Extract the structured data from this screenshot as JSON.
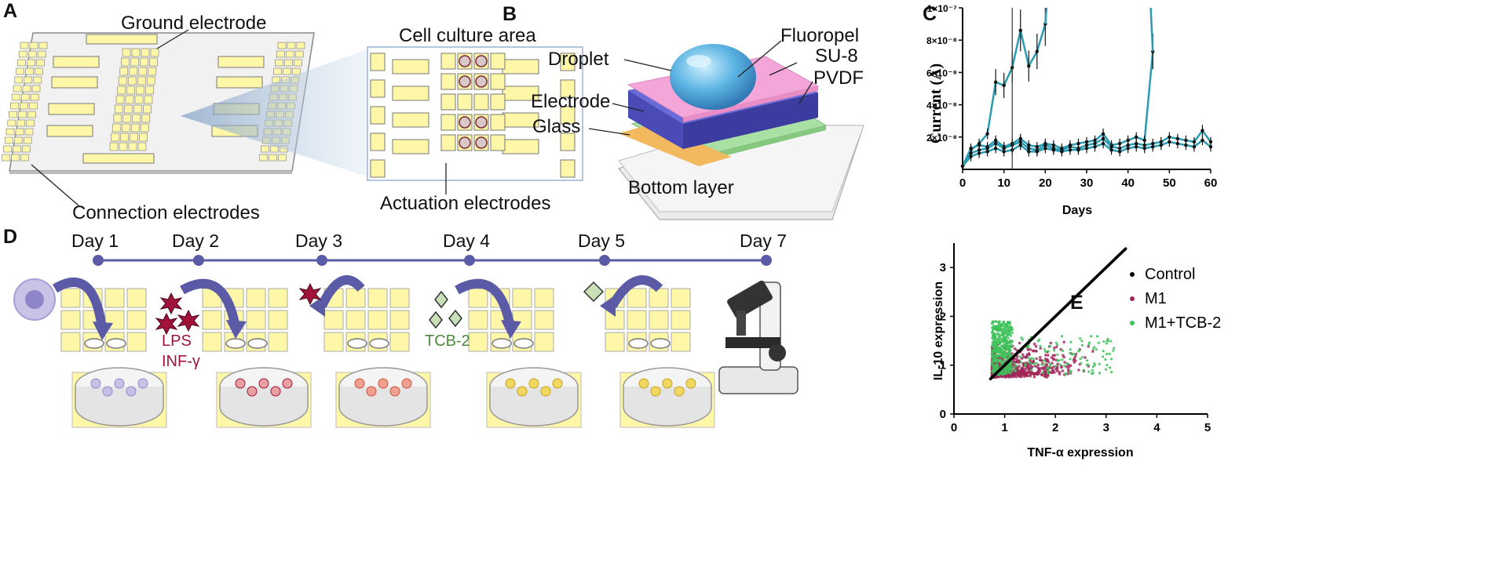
{
  "panels": {
    "a": "A",
    "b": "B",
    "c": "C",
    "d": "D",
    "e": "E"
  },
  "panel_a": {
    "ground": "Ground electrode",
    "cell_culture": "Cell culture area",
    "connection": "Connection electrodes",
    "actuation": "Actuation electrodes"
  },
  "panel_b": {
    "droplet": "Droplet",
    "fluoropel": "Fluoropel",
    "su8": "SU-8",
    "pvdf": "PVDF",
    "electrode": "Electrode",
    "glass": "Glass",
    "bottom": "Bottom layer"
  },
  "panel_d": {
    "days": [
      "Day 1",
      "Day 2",
      "Day 3",
      "Day 4",
      "Day 5",
      "Day 7"
    ],
    "lps": "LPS",
    "inf": "INF-γ",
    "tcb": "TCB-2",
    "colors": {
      "timeline": "#5b5aa6",
      "lps": "#a1123a",
      "tcb": "#4b8a3c",
      "pad": "#fff7a8"
    }
  },
  "chart_data": [
    {
      "type": "line",
      "xlabel": "Days",
      "ylabel": "Current (A)",
      "xlim": [
        0,
        60
      ],
      "ylim": [
        0,
        1e-07
      ],
      "xticks": [
        "0",
        "10",
        "20",
        "30",
        "40",
        "50",
        "60"
      ],
      "yticks": [
        "2×10⁻⁸",
        "4×10⁻⁸",
        "6×10⁻⁸",
        "8×10⁻⁸",
        "1×10⁻⁷"
      ],
      "color": "#2a9bb0",
      "series": [
        {
          "x": [
            0,
            2,
            4,
            6,
            8,
            10,
            12,
            14,
            16,
            18,
            20
          ],
          "y": [
            2e-09,
            1.2e-08,
            1.6e-08,
            2.2e-08,
            5.4e-08,
            5.2e-08,
            6.3e-08,
            8.6e-08,
            6.4e-08,
            7.3e-08,
            9e-08
          ]
        },
        {
          "x": [
            0,
            2,
            4,
            6,
            8,
            10,
            12,
            14,
            16,
            18,
            20,
            22,
            24,
            26,
            28,
            30,
            32,
            34,
            36,
            38,
            40,
            42,
            44,
            46
          ],
          "y": [
            2e-09,
            1.3e-08,
            1.5e-08,
            1.4e-08,
            1.8e-08,
            1.4e-08,
            1.6e-08,
            1.9e-08,
            1.5e-08,
            1.4e-08,
            1.6e-08,
            1.5e-08,
            1.3e-08,
            1.5e-08,
            1.6e-08,
            1.7e-08,
            1.8e-08,
            2.2e-08,
            1.5e-08,
            1.6e-08,
            1.8e-08,
            2e-08,
            1.8e-08,
            7.3e-08
          ]
        },
        {
          "x": [
            0,
            2,
            4,
            6,
            8,
            10,
            12,
            14,
            16,
            18,
            20,
            22,
            24,
            26,
            28,
            30,
            32,
            34,
            36,
            38,
            40,
            42,
            44,
            46,
            48,
            50,
            52,
            54,
            56,
            58,
            60
          ],
          "y": [
            2e-09,
            1e-08,
            1.2e-08,
            1.3e-08,
            1.6e-08,
            1.3e-08,
            1.5e-08,
            1.7e-08,
            1.3e-08,
            1.2e-08,
            1.5e-08,
            1.3e-08,
            1.2e-08,
            1.4e-08,
            1.3e-08,
            1.5e-08,
            1.6e-08,
            1.9e-08,
            1.4e-08,
            1.3e-08,
            1.5e-08,
            1.6e-08,
            1.5e-08,
            1.6e-08,
            1.7e-08,
            2e-08,
            1.9e-08,
            1.8e-08,
            1.7e-08,
            2.4e-08,
            1.7e-08
          ]
        },
        {
          "x": [
            0,
            2,
            4,
            6,
            8,
            10,
            12,
            14,
            16,
            18,
            20,
            22,
            24,
            26,
            28,
            30,
            32,
            34,
            36,
            38,
            40,
            42,
            44,
            46,
            48,
            50,
            52,
            54,
            56,
            58,
            60
          ],
          "y": [
            2e-09,
            8e-09,
            1e-08,
            1.1e-08,
            1.3e-08,
            1.1e-08,
            1.2e-08,
            1.5e-08,
            1.1e-08,
            1.1e-08,
            1.3e-08,
            1.2e-08,
            1.1e-08,
            1.2e-08,
            1.2e-08,
            1.3e-08,
            1.4e-08,
            1.6e-08,
            1.2e-08,
            1.1e-08,
            1.3e-08,
            1.4e-08,
            1.3e-08,
            1.4e-08,
            1.5e-08,
            1.7e-08,
            1.6e-08,
            1.5e-08,
            1.4e-08,
            1.8e-08,
            1.4e-08
          ]
        }
      ]
    },
    {
      "type": "scatter",
      "xlabel": "TNF-α expression",
      "ylabel": "IL-10 expression",
      "xlim": [
        0,
        5
      ],
      "ylim": [
        0,
        3.5
      ],
      "xticks": [
        "0",
        "1",
        "2",
        "3",
        "4",
        "5"
      ],
      "yticks": [
        "0",
        "1",
        "2",
        "3"
      ],
      "legend": "top-right",
      "series": [
        {
          "name": "Control",
          "color": "#000000"
        },
        {
          "name": "M1",
          "color": "#a0275a"
        },
        {
          "name": "M1+TCB-2",
          "color": "#3ec25a"
        }
      ]
    }
  ]
}
